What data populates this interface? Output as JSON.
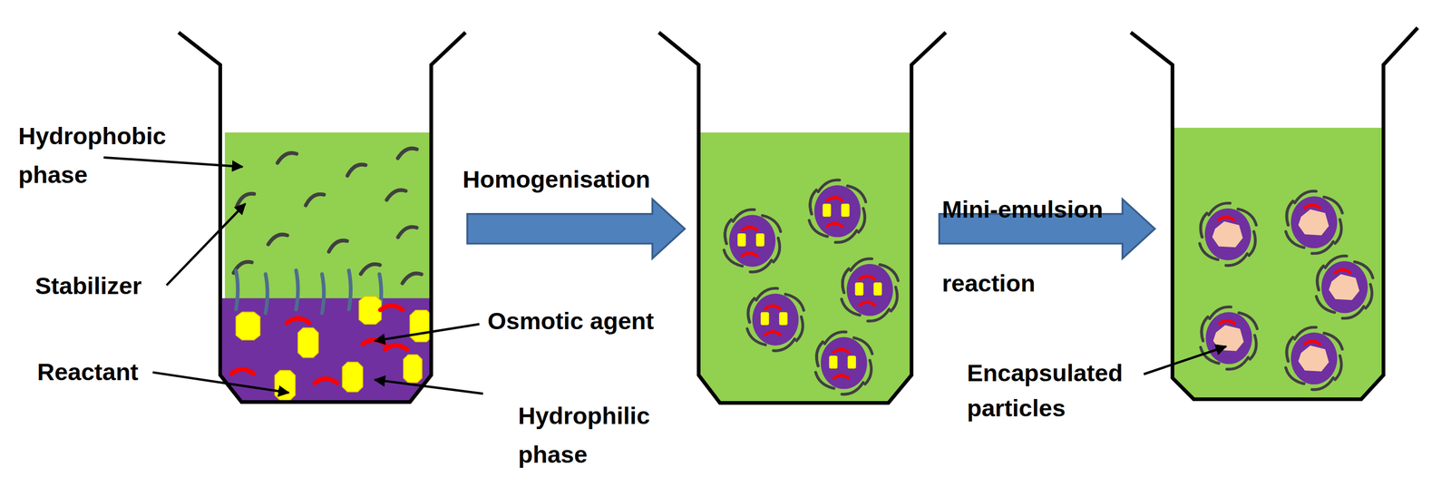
{
  "diagram": {
    "labels": [
      "Hydrophobic phase",
      "Stabilizer",
      "Reactant",
      "Osmotic agent",
      "Hydrophilic phase",
      "Homogenisation",
      "Mini-emulsion reaction",
      "Encapsulated particles"
    ]
  }
}
